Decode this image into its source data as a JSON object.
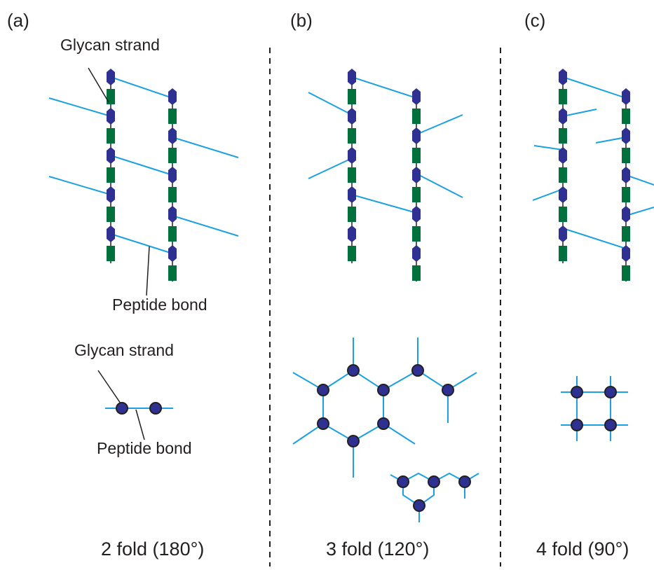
{
  "panels": [
    {
      "tag": "(a)",
      "caption": "2 fold (180°)",
      "label_glycan_top": "Glycan strand",
      "label_peptide_top": "Peptide bond",
      "label_glycan_bottom": "Glycan strand",
      "label_peptide_bottom": "Peptide bond"
    },
    {
      "tag": "(b)",
      "caption": "3 fold (120°)"
    },
    {
      "tag": "(c)",
      "caption": "4 fold (90°)"
    }
  ],
  "colors": {
    "nam_hexagon": "#2e3192",
    "nag_rectangle": "#00703c",
    "peptide_line": "#1ba1e2",
    "node_fill": "#2e3192",
    "node_stroke": "#231f20",
    "divider": "#231f20",
    "text": "#231f20"
  }
}
